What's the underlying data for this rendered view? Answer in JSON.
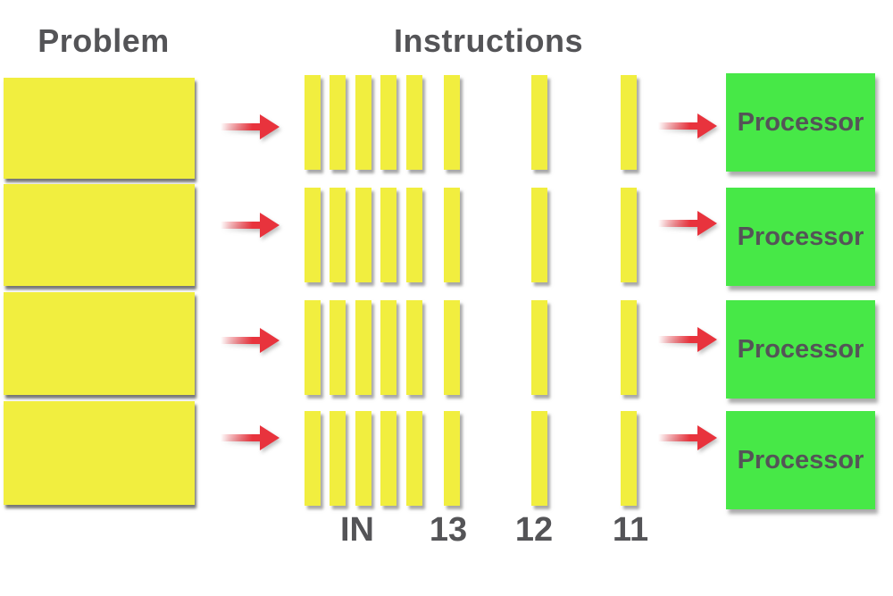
{
  "titles": {
    "problem": "Problem",
    "instructions": "Instructions"
  },
  "column_labels": [
    "IN",
    "13",
    "12",
    "11"
  ],
  "processors": [
    {
      "label": "Processor"
    },
    {
      "label": "Processor"
    },
    {
      "label": "Processor"
    },
    {
      "label": "Processor"
    }
  ],
  "structure": {
    "problem_segments": 4,
    "rows": 4,
    "grouped_bars_per_row": 5,
    "single_bars_per_row": 3
  },
  "colors": {
    "yellow": "#F1EE3F",
    "green": "#47E847",
    "red": "#E8333D",
    "text": "#545457",
    "background": "#FFFFFF"
  }
}
